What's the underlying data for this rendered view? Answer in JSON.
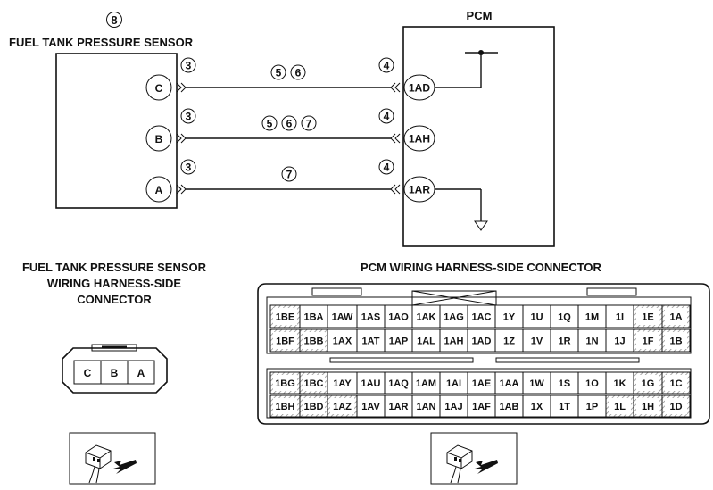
{
  "labels": {
    "ref_number": "8",
    "sensor_title": "FUEL TANK PRESSURE SENSOR",
    "pcm_title": "PCM",
    "sensor_connector_title": [
      "FUEL TANK PRESSURE SENSOR",
      "WIRING HARNESS-SIDE",
      "CONNECTOR"
    ],
    "pcm_connector_title": "PCM WIRING HARNESS-SIDE CONNECTOR"
  },
  "wires": [
    {
      "sensor_pin": "C",
      "pcm_pin": "1AD",
      "left_ref": "3",
      "right_ref": "4",
      "mid_refs": [
        "5",
        "6"
      ]
    },
    {
      "sensor_pin": "B",
      "pcm_pin": "1AH",
      "left_ref": "3",
      "right_ref": "4",
      "mid_refs": [
        "5",
        "6",
        "7"
      ]
    },
    {
      "sensor_pin": "A",
      "pcm_pin": "1AR",
      "left_ref": "3",
      "right_ref": "4",
      "mid_refs": [
        "7"
      ]
    }
  ],
  "sensor_connector_pins": [
    "C",
    "B",
    "A"
  ],
  "pcm_connector": {
    "rows": [
      [
        "1BE",
        "1BA",
        "1AW",
        "1AS",
        "1AO",
        "1AK",
        "1AG",
        "1AC",
        "1Y",
        "1U",
        "1Q",
        "1M",
        "1I",
        "1E",
        "1A"
      ],
      [
        "1BF",
        "1BB",
        "1AX",
        "1AT",
        "1AP",
        "1AL",
        "1AH",
        "1AD",
        "1Z",
        "1V",
        "1R",
        "1N",
        "1J",
        "1F",
        "1B"
      ],
      [
        "1BG",
        "1BC",
        "1AY",
        "1AU",
        "1AQ",
        "1AM",
        "1AI",
        "1AE",
        "1AA",
        "1W",
        "1S",
        "1O",
        "1K",
        "1G",
        "1C"
      ],
      [
        "1BH",
        "1BD",
        "1AZ",
        "1AV",
        "1AR",
        "1AN",
        "1AJ",
        "1AF",
        "1AB",
        "1X",
        "1T",
        "1P",
        "1L",
        "1H",
        "1D"
      ]
    ]
  },
  "icons": {
    "view_icon": "connector-view-arrow-icon",
    "ground_icon": "ground-icon",
    "supply_icon": "power-supply-icon"
  }
}
